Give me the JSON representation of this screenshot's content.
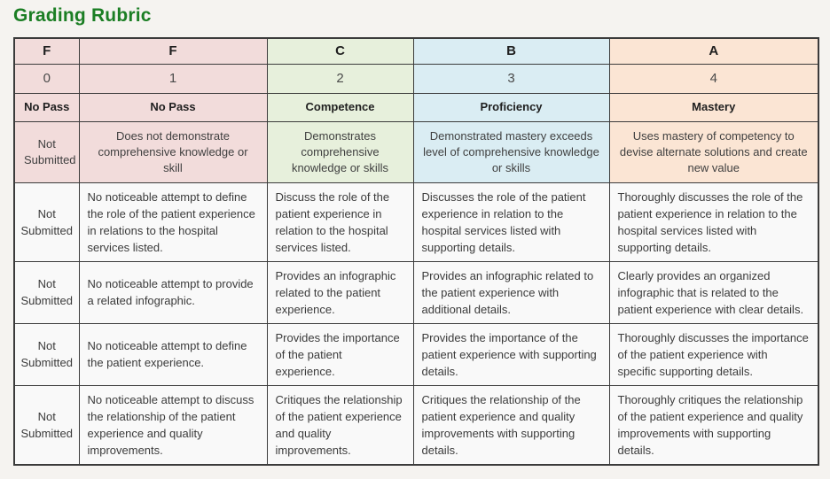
{
  "page": {
    "title": "Grading Rubric"
  },
  "colors": {
    "title_green": "#1b7e24",
    "column_f_pink": "#f2dcdb",
    "column_c_green": "#e7f0dc",
    "column_b_blue": "#daedf3",
    "column_a_peach": "#fbe5d4",
    "body_cell_bg": "#f9f9f9",
    "border": "#3b3b3b",
    "page_bg": "#f5f3f0"
  },
  "rubric": {
    "columns": [
      {
        "grade": "F",
        "points": "0",
        "label": "No Pass",
        "description": "Not Submitted"
      },
      {
        "grade": "F",
        "points": "1",
        "label": "No Pass",
        "description": "Does not demonstrate comprehensive knowledge or skill"
      },
      {
        "grade": "C",
        "points": "2",
        "label": "Competence",
        "description": "Demonstrates comprehensive knowledge or skills"
      },
      {
        "grade": "B",
        "points": "3",
        "label": "Proficiency",
        "description": "Demonstrated mastery exceeds level of comprehensive knowledge or skills"
      },
      {
        "grade": "A",
        "points": "4",
        "label": "Mastery",
        "description": "Uses mastery of competency to devise alternate solutions and create new value"
      }
    ],
    "criteria_rows": [
      {
        "cells": [
          "Not Submitted",
          "No noticeable attempt to define the role of the patient experience in relations to the hospital services listed.",
          "Discuss the role of the patient experience in relation to the hospital services listed.",
          "Discusses the role of the patient experience in relation to the hospital services listed with supporting details.",
          "Thoroughly discusses the role of the patient experience in relation to the hospital services listed with supporting details."
        ]
      },
      {
        "cells": [
          "Not Submitted",
          "No noticeable attempt to provide a related infographic.",
          "Provides an infographic related to the patient experience.",
          "Provides an infographic related to the patient experience with additional details.",
          "Clearly provides an organized infographic that is related to the patient experience with clear details."
        ]
      },
      {
        "cells": [
          "Not Submitted",
          "No noticeable attempt to define the patient experience.",
          "Provides the importance of the patient experience.",
          "Provides the importance of the patient experience with supporting details.",
          "Thoroughly discusses the importance of the patient experience with specific supporting details."
        ]
      },
      {
        "cells": [
          "Not Submitted",
          "No noticeable attempt to discuss the relationship of the patient experience and quality improvements.",
          "Critiques the relationship of the patient experience and quality improvements.",
          "Critiques the relationship of the patient experience and quality improvements with supporting details.",
          "Thoroughly critiques the relationship of the patient experience and quality improvements with supporting details."
        ]
      }
    ]
  }
}
